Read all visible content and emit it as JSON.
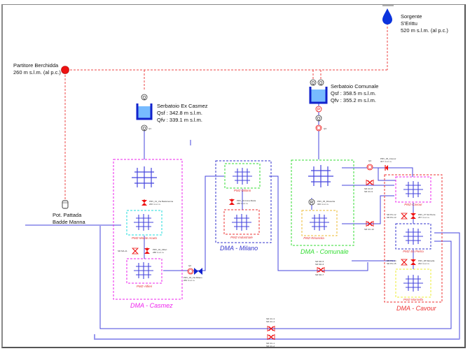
{
  "sources": {
    "sorgente": {
      "name_line1": "Sorgente",
      "name_line2": "S'Erittu",
      "elevation": "520 m s.l.m. (al p.c.)"
    },
    "partitore": {
      "name": "Partitore Berchidda",
      "elevation": "260 m s.l.m. (al p.c.)"
    },
    "pozzo": {
      "name_line1": "Pot. Pattada",
      "name_line2": "Badde Manna"
    }
  },
  "tanks": {
    "ex_casmez": {
      "name": "Serbatoio Ex Casmez",
      "qsf": "Qsf : 342.8 m s.l.m.",
      "qfv": "Qfv : 339.1 m s.l.m.",
      "meter_out_label": "Q1"
    },
    "comunale": {
      "name": "Serbatoio Comunale",
      "qsf": "Qsf : 358.5 m s.l.m.",
      "qfv": "Qfv : 355.2 m s.l.m.",
      "meter_out_label": "Q3"
    }
  },
  "symbols": {
    "meter": "Q",
    "pump": "P",
    "reducer": "R"
  },
  "dmas": [
    {
      "id": "casmez",
      "label": "DMA - Casmez",
      "color": "#ee22ee"
    },
    {
      "id": "milano",
      "label": "DMA - Milano",
      "color": "#3333cc"
    },
    {
      "id": "comunale",
      "label": "DMA - Comunale",
      "color": "#33dd33"
    },
    {
      "id": "cavour",
      "label": "DMA - Cavour",
      "color": "#ee3333"
    }
  ],
  "pmzs": {
    "monte_acuto": "PMZ-Monte Acuto",
    "alfieri": "PMZ-Alfieri",
    "milano": "PMZ-Milano",
    "industriale": "PMZ-Industriale",
    "rinascita": "PMZ-Rinascita",
    "cavour": "PMZ-Cavour",
    "sa_pietra": "PMZ-Sa Pietra",
    "marsella": "PMZ-Marsella"
  },
  "valves": {
    "prv01": {
      "name": "PRV_01_Via Badamanna",
      "sub": "200 m s.l.m."
    },
    "prv02": {
      "name": "PRV_02_Alfieri",
      "sub": "288 m s.l.m."
    },
    "prv03": {
      "name": "PRV_03_Via Milano",
      "sub": "284 m s.l.m."
    },
    "prv04": {
      "name": "PRV_04 Anna Maria",
      "sub": "288 m s.l.m."
    },
    "prv05": {
      "name": "PRV_05_Rinascita",
      "sub": "300 m s.l.m."
    },
    "prv06": {
      "name": "PRV_06_Cavour",
      "sub": "307 m s.l.m."
    },
    "prv07": {
      "name": "PRV_07 SA Pietra",
      "sub": "287 m s.l.m."
    },
    "prv08": {
      "name": "PRV_08 Marsella",
      "sub": "262 m s.l.m."
    }
  },
  "meters": {
    "q2": "Q2",
    "q4": "Q4"
  },
  "shutoffs": {
    "ma11": "SR MA-11",
    "cc8": "SR CC-8",
    "cc9": "SR CC-9",
    "cc10": "SR CC-10",
    "pc12": "SR PC-12",
    "pc13": "SR PC-13",
    "pc14": "SR PC-14",
    "pc15": "SR PC-15",
    "mc5": "SR MC-5",
    "mc6": "SR MC-6",
    "mc7": "SR MC-7",
    "cc3": "SR CC-3",
    "cc4": "SR CC-4",
    "cc1": "SR CC-1",
    "cc2": "SR CC-2"
  },
  "colors": {
    "pipe": "#4444dd",
    "pipe_light": "#9999ee",
    "gravity_dashed": "#ee4444",
    "tank_water": "#77bbff",
    "tank_wall": "#1122cc",
    "valve_red": "#ee1111",
    "valve_blue": "#1122cc"
  }
}
